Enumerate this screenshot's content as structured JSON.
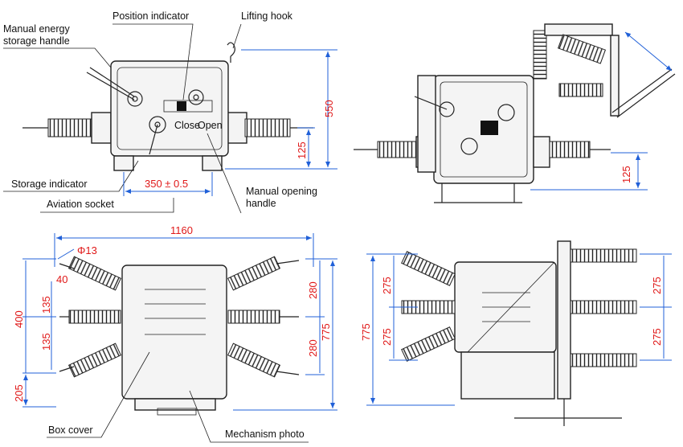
{
  "labels": {
    "manual_energy_1": "Manual energy",
    "manual_energy_2": "storage handle",
    "position_indicator": "Position indicator",
    "lifting_hook": "Lifting hook",
    "storage_indicator": "Storage indicator",
    "aviation_socket": "Aviation socket",
    "manual_opening_1": "Manual opening",
    "manual_opening_2": "handle",
    "close": "Close",
    "open": "Open",
    "box_cover": "Box cover",
    "mechanism_photo": "Mechanism photo"
  },
  "dims": {
    "d550": "550",
    "d125a": "125",
    "d350": "350 ± 0.5",
    "d125b": "125",
    "d1160": "1160",
    "phi13": "Φ13",
    "d40": "40",
    "d135a": "135",
    "d135b": "135",
    "d400": "400",
    "d205": "205",
    "d280a": "280",
    "d280b": "280",
    "d775a": "775",
    "d775b": "775",
    "d275a": "275",
    "d275b": "275",
    "d275c": "275",
    "d275d": "275"
  },
  "colors": {
    "dimension": "#e01818",
    "dimline": "#2060d8",
    "outline": "#222222"
  }
}
